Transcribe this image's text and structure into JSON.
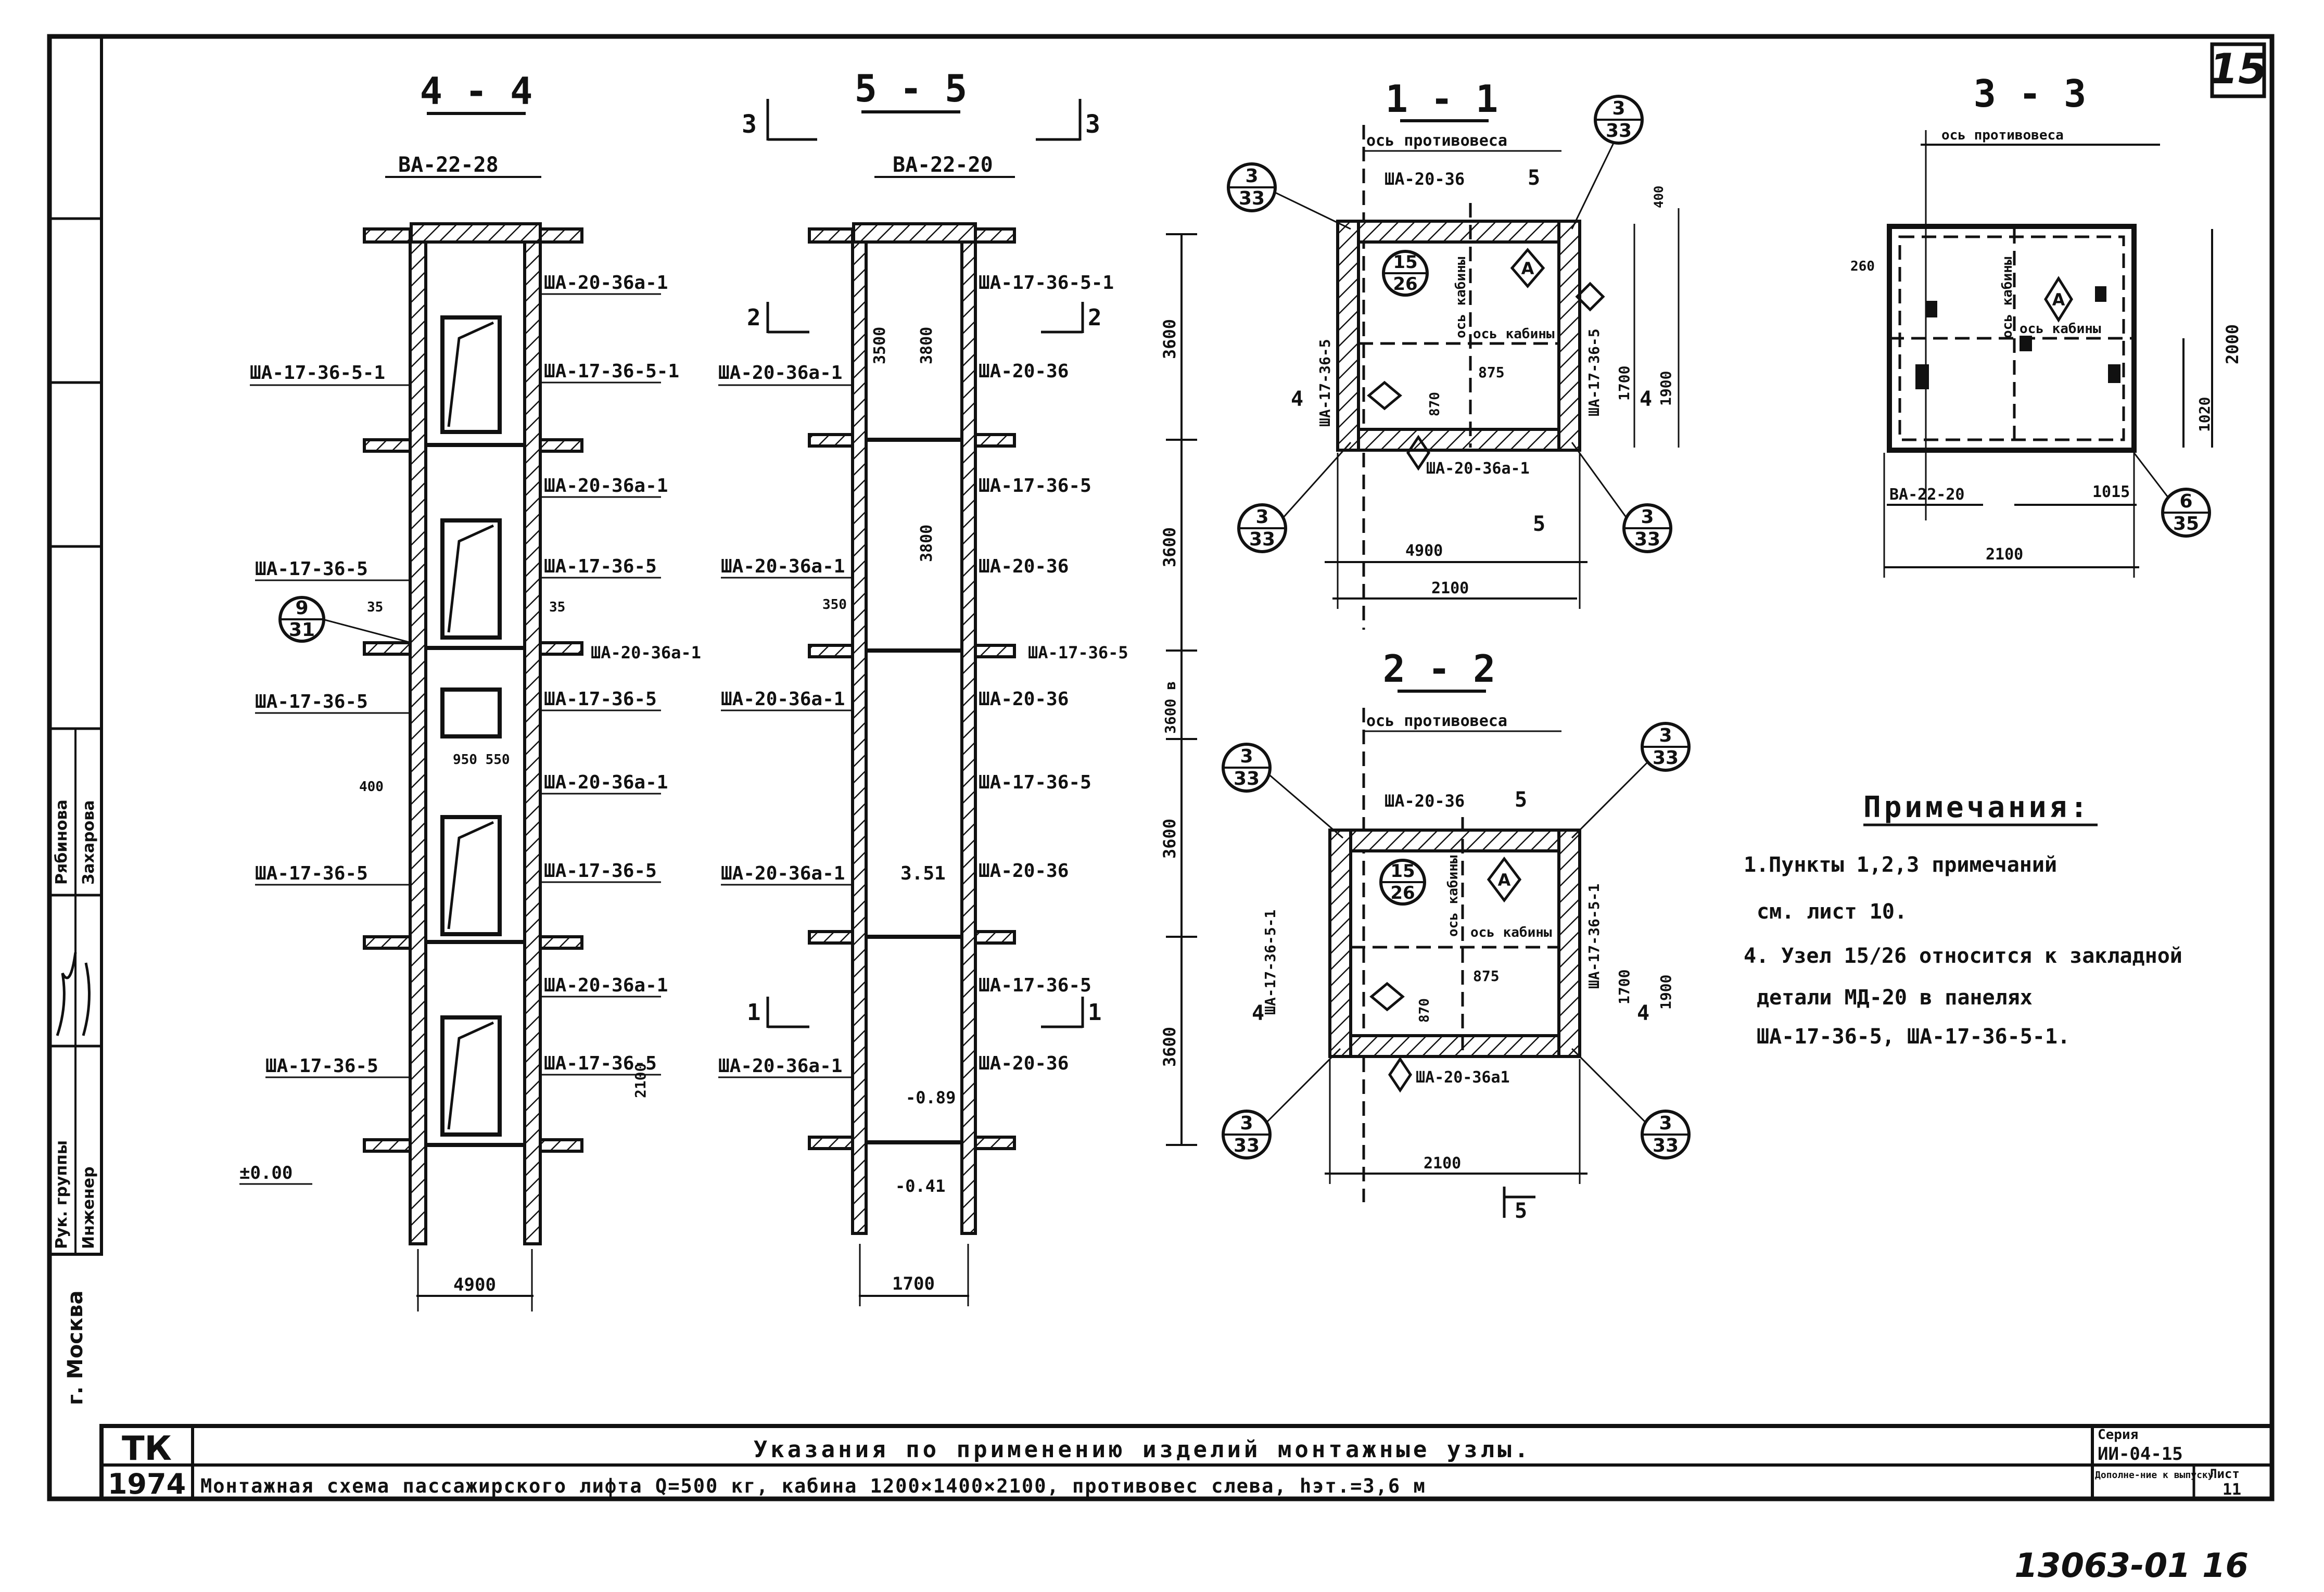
{
  "sheet_number": "15",
  "archive_number": "13063-01 16",
  "side_stamp": {
    "city": "г. Москва",
    "role_head": "Рук. группы",
    "role_engineer": "Инженер",
    "name_head": "Рябинова",
    "name_engineer": "Захарова"
  },
  "sections": {
    "s44": {
      "title": "4 - 4",
      "top_label": "ВА-22-28",
      "right_labels": [
        "ША-20-36а-1",
        "ША-17-36-5-1",
        "ША-20-36а-1",
        "ША-17-36-5",
        "ША-20-36а-1",
        "ША-17-36-5",
        "ША-20-36а-1",
        "ША-17-36-5",
        "ША-20-36а-1",
        "ША-17-36-5"
      ],
      "left_labels": [
        "ША-17-36-5-1",
        "ША-17-36-5",
        "ША-17-36-5",
        "ША-17-36-5",
        "ША-17-36-5"
      ],
      "callout_num": "9",
      "callout_den": "31",
      "dim_35a": "35",
      "dim_35b": "35",
      "dim_small": "400",
      "dim_mid": "950 550",
      "dim_2100": "2100",
      "level_zero": "±0.00",
      "width_dim": "4900"
    },
    "s55": {
      "title": "5 - 5",
      "cut3": "3",
      "cut2": "2",
      "cut1": "1",
      "top_label": "ВА-22-20",
      "left_labels": [
        "ША-20-36а-1",
        "ША-20-36а-1",
        "ША-20-36а-1",
        "ША-20-36а-1",
        "ША-20-36а-1"
      ],
      "right_labels": [
        "ША-17-36-5-1",
        "ША-20-36",
        "ША-17-36-5",
        "ША-20-36",
        "ША-17-36-5",
        "ША-20-36",
        "ША-17-36-5",
        "ША-20-36",
        "ША-17-36-5",
        "ША-20-36"
      ],
      "dim_3500": "3500",
      "dim_3800a": "3800",
      "dim_3800b": "3800",
      "dim_351": "3.51",
      "dim_350": "350",
      "level_a": "-0.89",
      "level_b": "-0.41",
      "width_dim": "1700",
      "height_dims": [
        "3600",
        "3600",
        "3600 в",
        "3600",
        "3600"
      ]
    },
    "s11": {
      "title": "1 - 1",
      "axis_cw": "ось противовеса",
      "axis_cab": "ось кабины",
      "top_label": "ША-20-36",
      "top_five": "5",
      "callout_tl_num": "3",
      "callout_tl_den": "33",
      "callout_tr_num": "3",
      "callout_tr_den": "33",
      "callout_bl_num": "3",
      "callout_bl_den": "33",
      "callout_br_num": "3",
      "callout_br_den": "33",
      "callout_c_num": "15",
      "callout_c_den": "26",
      "diamond": "A",
      "left_label": "ША-17-36-5",
      "right_label": "ША-17-36-5",
      "bottom_label": "ША-20-36а-1",
      "dim_875": "875",
      "dim_870": "870",
      "dim_4900": "4900",
      "dim_2100": "2100",
      "dim_1700": "1700",
      "dim_1900": "1900",
      "dim_400": "400",
      "cut4": "4",
      "cut5": "5"
    },
    "s22": {
      "title": "2 - 2",
      "axis_cw": "ось противовеса",
      "axis_cab": "ось кабины",
      "top_label": "ША-20-36",
      "top_five": "5",
      "callout_tl_num": "3",
      "callout_tl_den": "33",
      "callout_tr_num": "3",
      "callout_tr_den": "33",
      "callout_bl_num": "3",
      "callout_bl_den": "33",
      "callout_br_num": "3",
      "callout_br_den": "33",
      "callout_c_num": "15",
      "callout_c_den": "26",
      "diamond": "A",
      "left_label": "ША-17-36-5-1",
      "right_label": "ША-17-36-5-1",
      "bottom_label": "ША-20-36а1",
      "dim_875": "875",
      "dim_870": "870",
      "dim_2100": "2100",
      "dim_1700": "1700",
      "dim_1900": "1900",
      "cut4": "4",
      "cut5": "5"
    },
    "s33": {
      "title": "3 - 3",
      "axis_cw": "ось противовеса",
      "axis_cab": "ось кабины",
      "diamond": "A",
      "dim_260": "260",
      "dim_2000": "2000",
      "dim_1020": "1020",
      "dim_1015": "1015",
      "dim_2100": "2100",
      "bottom_label": "ВА-22-20",
      "callout_num": "6",
      "callout_den": "35"
    }
  },
  "notes": {
    "title": "Примечания:",
    "lines": [
      "1.Пункты 1,2,3 примечаний",
      "см. лист 10.",
      "4. Узел 15/26 относится к закладной",
      "детали МД-20 в панелях",
      "ША-17-36-5, ША-17-36-5-1."
    ]
  },
  "title_block": {
    "org": "ТК",
    "year": "1974",
    "header": "Указания по применению изделий монтажные узлы.",
    "main_title": "Монтажная схема пассажирского лифта Q=500 кг, кабина 1200×1400×2100, противовес слева, hэт.=3,6 м",
    "series_label": "Серия",
    "series_value": "ИИ-04-15",
    "issue": "Дополне-ние к выпуску",
    "sheet_label": "Лист",
    "sheet_value": "11"
  }
}
